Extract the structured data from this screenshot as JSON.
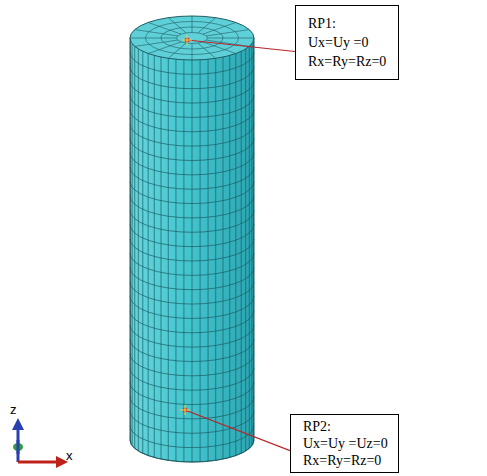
{
  "diagram": {
    "nodes": [
      {
        "text": [
          "RP1:",
          "Ux=Uy =0",
          "Rx=Ry=Rz=0"
        ]
      },
      {
        "text": [
          "RP2:",
          "Ux=Uy =Uz=0",
          "Rx=Ry=Rz=0"
        ]
      }
    ],
    "labels": [
      "z",
      "x"
    ]
  }
}
